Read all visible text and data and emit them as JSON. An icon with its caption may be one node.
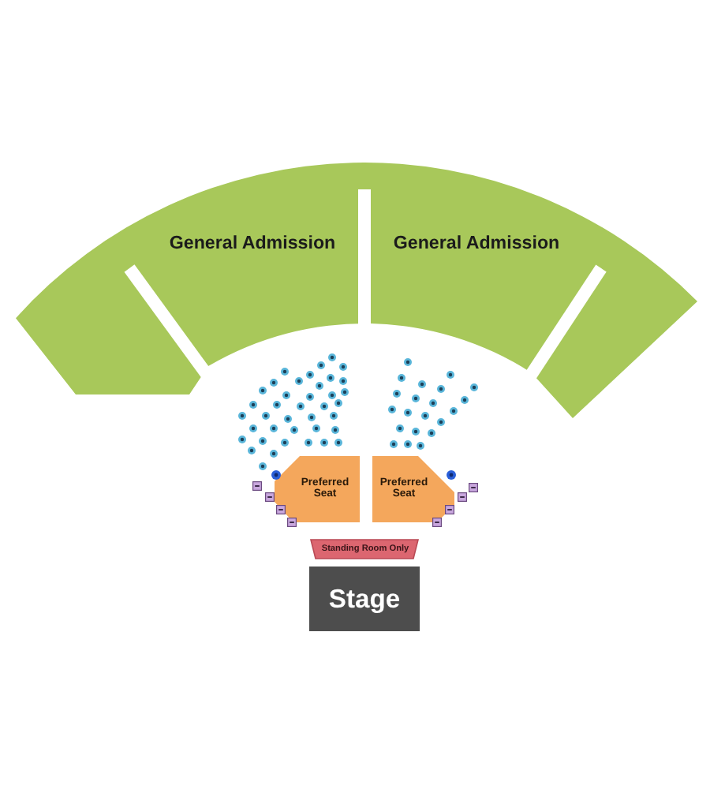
{
  "diagram": {
    "nodes": [
      {
        "text": [
          "General Admission",
          "General Admission"
        ]
      },
      {
        "text": [
          "Preferred Seat"
        ]
      },
      {
        "text": [
          "Preferred Seat"
        ]
      },
      {
        "text": [
          "Standing Room Only"
        ]
      },
      {
        "text": [
          "Stage"
        ]
      }
    ]
  }
}
